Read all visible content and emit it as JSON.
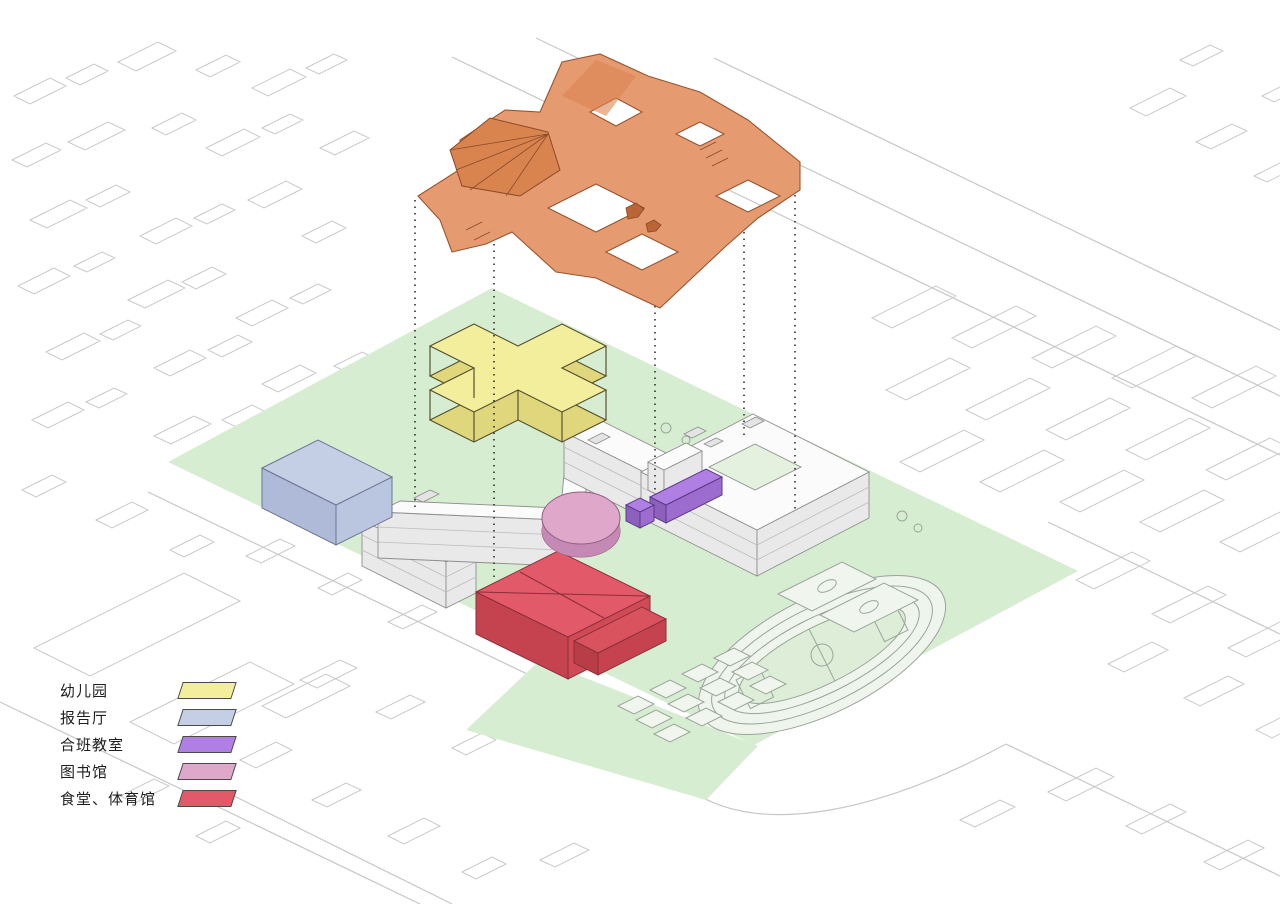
{
  "legend": {
    "items": [
      {
        "id": "kindergarten",
        "label": "幼儿园",
        "color": "#F3EE9C"
      },
      {
        "id": "lecture-hall",
        "label": "报告厅",
        "color": "#C4CEE5"
      },
      {
        "id": "combined-classroom",
        "label": "合班教室",
        "color": "#AF7FE4"
      },
      {
        "id": "library",
        "label": "图书馆",
        "color": "#DFA8CB"
      },
      {
        "id": "canteen-gym",
        "label": "食堂、体育馆",
        "color": "#E2596A"
      }
    ]
  },
  "colors": {
    "site_green": "#D7EDD1",
    "courtyard_green": "#E3F1DE",
    "roof_layer_orange": "#E69A6F",
    "building_white": "#FBFBFB",
    "context_outline": "#C9C9C9"
  }
}
